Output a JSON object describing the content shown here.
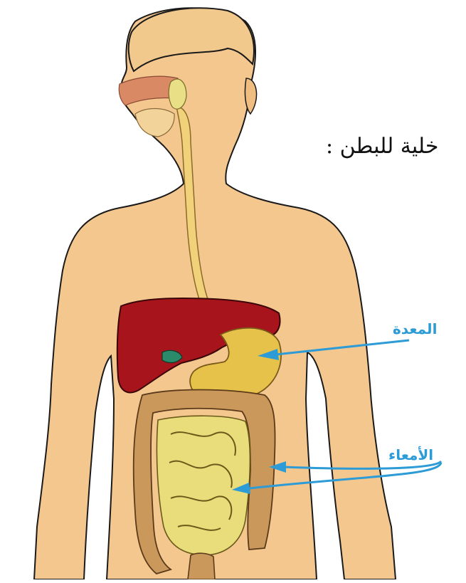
{
  "heading": "خلية للبطن :",
  "labels": {
    "stomach": "المعدة",
    "intestines": "الأمعاء"
  },
  "colors": {
    "skin": "#f4c78f",
    "skin_outline": "#1a1a1a",
    "hair": "#f2c98c",
    "liver": "#a8141c",
    "stomach": "#e6c24a",
    "large_intestine": "#c9985a",
    "small_intestine": "#e9dc7a",
    "esophagus": "#f1d27a",
    "label": "#2d9bd6"
  }
}
